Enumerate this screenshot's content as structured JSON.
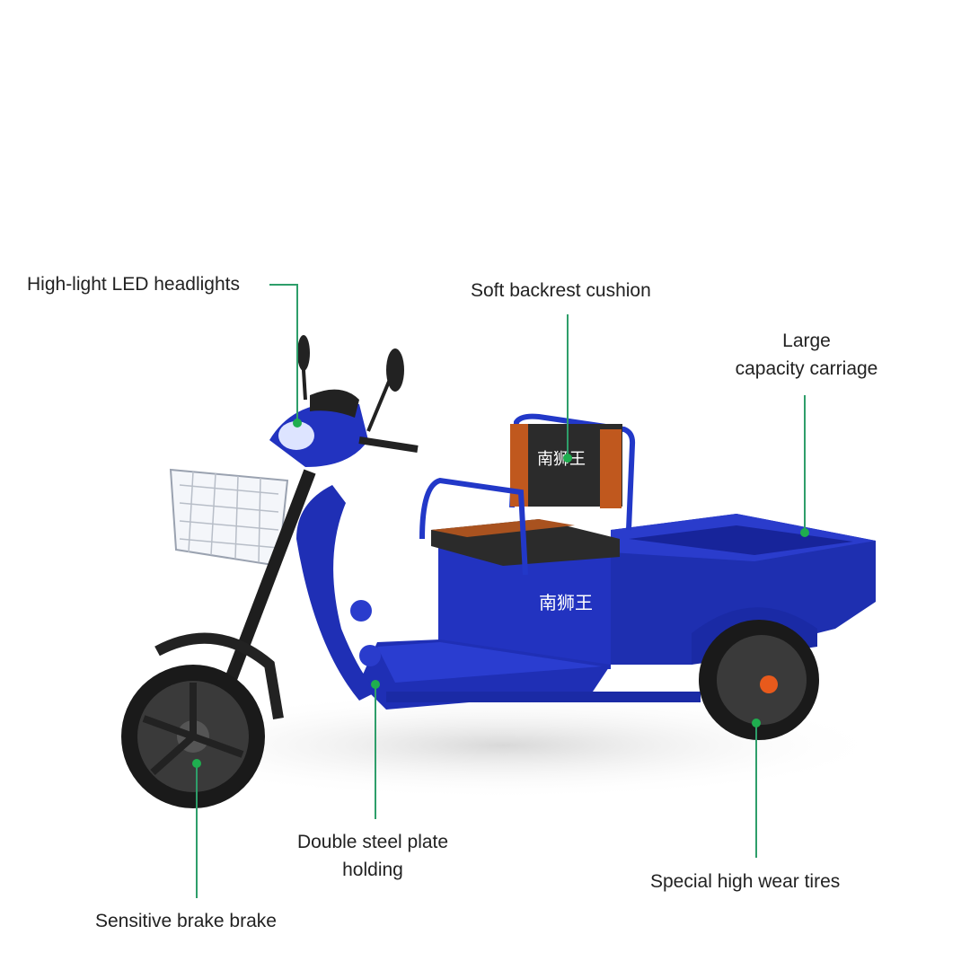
{
  "callouts": {
    "headlights": "High-light LED headlights",
    "backrest": "Soft backrest cushion",
    "carriage_line1": "Large",
    "carriage_line2": "capacity carriage",
    "steel_plate_line1": "Double steel plate",
    "steel_plate_line2": "holding",
    "tires": "Special high wear tires",
    "brake": "Sensitive brake brake"
  },
  "brand_logo": "南狮王",
  "colors": {
    "callout_line": "#2e9e6a",
    "callout_dot": "#1fae4f",
    "body_blue": "#1f2fb5",
    "backrest_orange": "#c0581e"
  }
}
